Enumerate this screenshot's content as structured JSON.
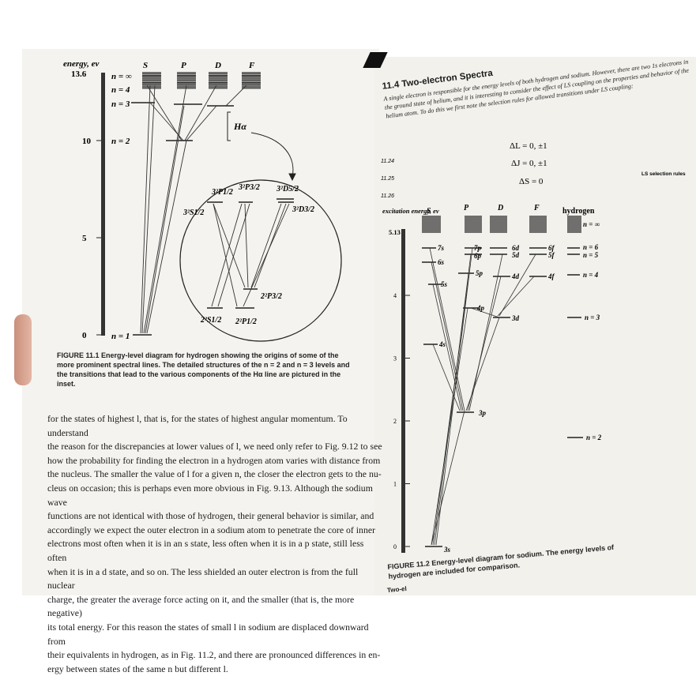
{
  "left_page": {
    "figure_11_1": {
      "yaxis_label": "energy, ev",
      "top_value": "13.6",
      "ticks": [
        {
          "label": "10",
          "v": 10
        },
        {
          "label": "5",
          "v": 5
        },
        {
          "label": "0",
          "v": 0
        }
      ],
      "series_headers": [
        "S",
        "P",
        "D",
        "F"
      ],
      "n_labels": [
        "n = ∞",
        "n = 4",
        "n = 3",
        "n = 2",
        "n = 1"
      ],
      "halpha_label": "Hα",
      "inset_levels": [
        "3²S1/2",
        "3²P1/2",
        "3²P3/2",
        "3²D5/2",
        "3²D3/2",
        "2²P3/2",
        "2²S1/2",
        "2²P1/2"
      ]
    },
    "caption": "FIGURE 11.1 Energy-level diagram for hydrogen showing the origins of some of the more prominent spectral lines. The detailed structures of the n = 2 and n = 3 levels and the transitions that lead to the various components of the Hα line are pictured in the inset.",
    "body_lines": [
      "for the states of highest l, that is, for the states of highest angular momentum. To understand",
      "the reason for the discrepancies at lower values of l, we need only refer to Fig. 9.12 to see",
      "how the probability for finding the electron in a hydrogen atom varies with distance from",
      "the nucleus. The smaller the value of l for a given n, the closer the electron gets to the nu-",
      "cleus on occasion; this is perhaps even more obvious in Fig. 9.13. Although the sodium wave",
      "functions are not identical with those of hydrogen, their general behavior is similar, and",
      "accordingly we expect the outer electron in a sodium atom to penetrate the core of inner",
      "electrons most often when it is in an s state, less often when it is in a p state, still less often",
      "when it is in a d state, and so on. The less shielded an outer electron is from the full nuclear",
      "charge, the greater the average force acting on it, and the smaller (that is, the more negative)",
      "its total energy. For this reason the states of small l in sodium are displaced downward from",
      "their equivalents in hydrogen, as in Fig. 11.2, and there are pronounced differences in en-",
      "ergy between states of the same n but different l."
    ]
  },
  "right_page": {
    "section_title": "11.4 Two-electron Spectra",
    "intro": "A single electron is responsible for the energy levels of both hydrogen and sodium. However, there are two 1s electrons in the ground state of helium, and it is interesting to consider the effect of LS coupling on the properties and behavior of the helium atom. To do this we first note the selection rules for allowed transitions under LS coupling:",
    "rules": [
      "ΔL = 0, ±1",
      "ΔJ = 0, ±1",
      "ΔS = 0"
    ],
    "equation_numbers": [
      "11.24",
      "11.25",
      "11.26"
    ],
    "margin_note": "LS selection rules",
    "figure_11_2": {
      "yaxis_label": "excitation energy, ev",
      "top_value": "5.13",
      "ticks": [
        {
          "label": "4",
          "v": 4
        },
        {
          "label": "3",
          "v": 3
        },
        {
          "label": "2",
          "v": 2
        },
        {
          "label": "1",
          "v": 1
        },
        {
          "label": "0",
          "v": 0
        }
      ],
      "series_headers": [
        "S",
        "P",
        "D",
        "F",
        "hydrogen"
      ],
      "level_labels": [
        "7s",
        "6s",
        "5s",
        "4s",
        "3s",
        "7p",
        "6p",
        "5p",
        "4p",
        "3p",
        "6d",
        "5d",
        "4d",
        "3d",
        "6f",
        "5f",
        "4f"
      ],
      "hydrogen_labels": [
        "n = ∞",
        "n = 6",
        "n = 5",
        "n = 4",
        "n = 3",
        "n = 2"
      ]
    },
    "caption": "FIGURE 11.2 Energy-level diagram for sodium. The energy levels of hydrogen are included for comparison.",
    "footer_fragment": "Two-el"
  }
}
